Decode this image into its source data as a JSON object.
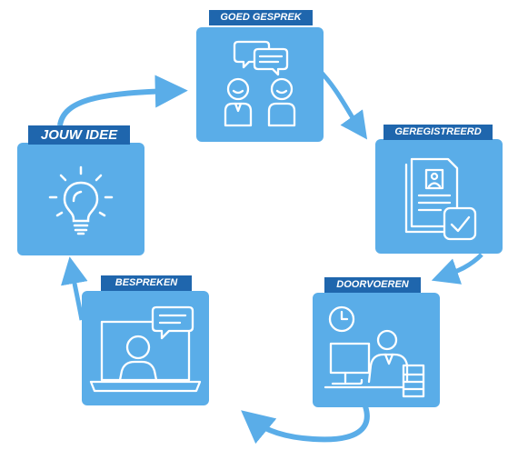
{
  "steps": {
    "idee": {
      "label": "JOUW IDEE",
      "icon": "lightbulb-icon"
    },
    "goed_gesprek": {
      "label": "GOED GESPREK",
      "icon": "conversation-icon"
    },
    "geregistreerd": {
      "label": "GEREGISTREERD",
      "icon": "document-check-icon"
    },
    "doorvoeren": {
      "label": "DOORVOEREN",
      "icon": "desk-worker-icon"
    },
    "bespreken": {
      "label": "BESPREKEN",
      "icon": "video-call-icon"
    }
  },
  "colors": {
    "card": "#5aade8",
    "label_bg": "#1f66ad",
    "arrow": "#5aade8",
    "icon": "#ffffff"
  }
}
